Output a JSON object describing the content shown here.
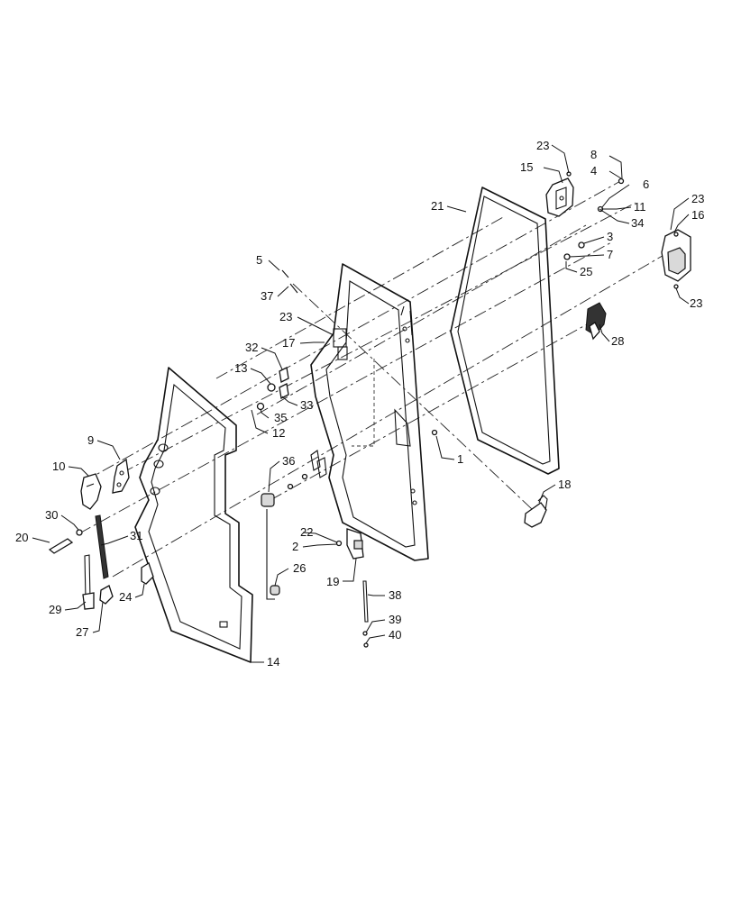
{
  "callouts": {
    "c1": "1",
    "c2": "2",
    "c3": "3",
    "c4": "4",
    "c5": "5",
    "c6": "6",
    "c7": "7",
    "c8": "8",
    "c9": "9",
    "c10": "10",
    "c11": "11",
    "c12": "12",
    "c13": "13",
    "c14": "14",
    "c15": "15",
    "c16": "16",
    "c17": "17",
    "c18": "18",
    "c19": "19",
    "c20": "20",
    "c21": "21",
    "c22": "22",
    "c23a": "23",
    "c23b": "23",
    "c23c": "23",
    "c23d": "23",
    "c24": "24",
    "c25": "25",
    "c26": "26",
    "c27": "27",
    "c28": "28",
    "c29": "29",
    "c30": "30",
    "c31": "31",
    "c32": "32",
    "c33": "33",
    "c34": "34",
    "c35": "35",
    "c36": "36",
    "c37": "37",
    "c38": "38",
    "c39": "39",
    "c40": "40"
  },
  "colors": {
    "line": "#111111",
    "background": "#ffffff"
  }
}
